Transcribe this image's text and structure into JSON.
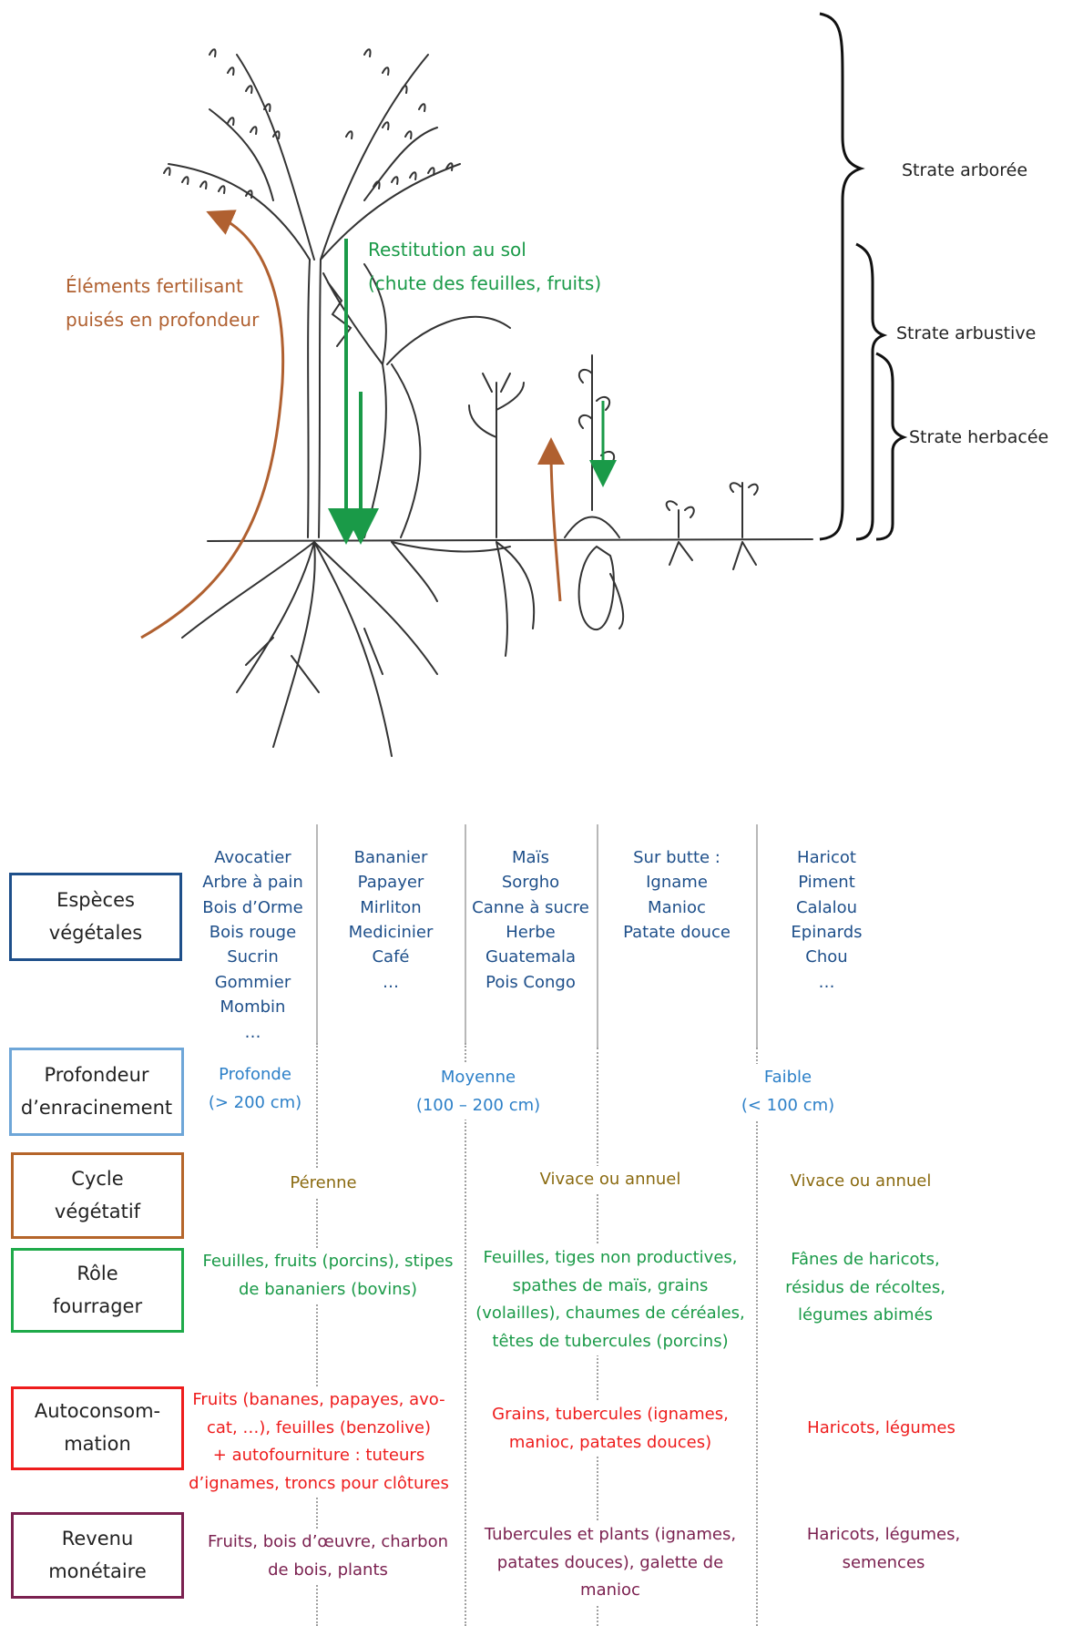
{
  "colors": {
    "brown": "#b06030",
    "green": "#1a9a48",
    "navy": "#1e4f8a",
    "lightblue": "#2d80c8",
    "cycle": "#8a6a10",
    "red": "#ee1c1c",
    "purple": "#7b2150"
  },
  "diagram": {
    "strata": [
      "Strate arborée",
      "Strate arbustive",
      "Strate herbacée"
    ],
    "restitution": [
      "Restitution au sol",
      "(chute des feuilles, fruits)"
    ],
    "elements": [
      "Éléments fertilisant",
      "puisés en profondeur"
    ]
  },
  "rows": {
    "especes": {
      "label": [
        "Espèces",
        "végétales"
      ],
      "columns": [
        [
          "Avocatier",
          "Arbre à pain",
          "Bois d’Orme",
          "Bois rouge",
          "Sucrin",
          "Gommier",
          "Mombin",
          "…"
        ],
        [
          "Bananier",
          "Papayer",
          "Mirliton",
          "Medicinier",
          "Café",
          "…"
        ],
        [
          "Maïs",
          "Sorgho",
          "Canne à sucre",
          "Herbe",
          "Guatemala",
          "Pois Congo"
        ],
        [
          "Sur butte :",
          "Igname",
          "Manioc",
          "Patate douce"
        ],
        [
          "Haricot",
          "Piment",
          "Calalou",
          "Epinards",
          "Chou",
          "…"
        ]
      ]
    },
    "profondeur": {
      "label": [
        "Profondeur",
        "d’enracinement"
      ],
      "cells": [
        [
          "Profonde",
          "(> 200 cm)"
        ],
        [
          "Moyenne",
          "(100 – 200 cm)"
        ],
        [
          "Faible",
          "(< 100 cm)"
        ]
      ]
    },
    "cycle": {
      "label": [
        "Cycle",
        "végétatif"
      ],
      "cells": [
        "Pérenne",
        "Vivace ou annuel",
        "Vivace ou annuel"
      ]
    },
    "fourrager": {
      "label": [
        "Rôle",
        "fourrager"
      ],
      "cells": [
        [
          "Feuilles, fruits (porcins), stipes",
          "de bananiers (bovins)"
        ],
        [
          "Feuilles, tiges non productives,",
          "spathes de maïs, grains",
          "(volailles), chaumes de céréales,",
          "têtes de tubercules (porcins)"
        ],
        [
          "Fânes de haricots,",
          "résidus de récoltes,",
          "légumes abimés"
        ]
      ]
    },
    "autoconso": {
      "label": [
        "Autoconsom-",
        "mation"
      ],
      "cells": [
        [
          "Fruits (bananes, papayes, avo-",
          "cat, …), feuilles (benzolive)",
          "+ autofourniture : tuteurs",
          "d’ignames, troncs pour clôtures"
        ],
        [
          "Grains, tubercules (ignames,",
          "manioc, patates douces)"
        ],
        [
          "Haricots, légumes"
        ]
      ]
    },
    "revenu": {
      "label": [
        "Revenu",
        "monétaire"
      ],
      "cells": [
        [
          "Fruits, bois d’œuvre, charbon",
          "de bois, plants"
        ],
        [
          "Tubercules et plants (ignames,",
          "patates douces), galette de",
          "manioc"
        ],
        [
          "Haricots, légumes,",
          "semences"
        ]
      ]
    }
  }
}
